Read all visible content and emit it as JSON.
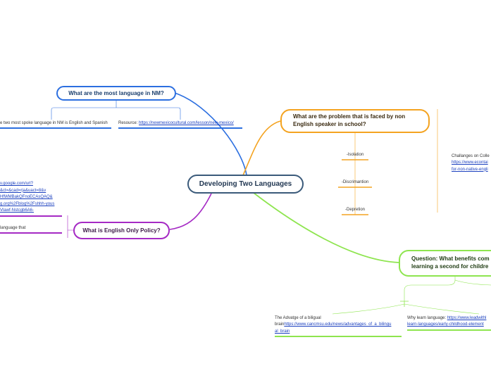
{
  "central": {
    "label": "Developing Two Languages"
  },
  "topics": {
    "nm": {
      "label": "What are the most language in NM?"
    },
    "problem": {
      "label": "What are the problem that is faced by non English speaker in school?"
    },
    "policy": {
      "label": "What is English Only Policy?"
    },
    "benefits": {
      "label": "Question: What benefits com learning a second for childre"
    }
  },
  "nm_children": {
    "spoken": "e two most spoke language in NM is English and Spanish",
    "resource_label": "Resource: ",
    "resource_link": "https://newmexicocultural.com/lesson/new-mexico/"
  },
  "problem_children": {
    "items": [
      "-Isolation",
      "-Discrimantion",
      "-Depretion"
    ],
    "challenges_label": "Challanges on Colle",
    "challenges_link1": "https://www.econtai",
    "challenges_link2": "for-non-native-engli"
  },
  "policy_children": {
    "url_lines": [
      "v.google.com/url?",
      "&ct=&cad=rja&uact=8&v",
      "HfWMBakQFnoECAsQAQ&",
      "g.org%2Fblog%2Fshhh-yous",
      "Vlawf-Nstcgb6A6-"
    ],
    "definition": "language that"
  },
  "benefit_children": {
    "advantage_text": "The Advatge of a biligual",
    "advantage_prefix": "brain",
    "advantage_link1": "https://www.cancmsu.edu/news/advantages_of_a_bilingu",
    "advantage_link2": "al_brain",
    "why_label": "Why learn language: ",
    "why_link1": "https://www.leadwithl",
    "why_link2": "learn-languages/early-childhood-element"
  },
  "colors": {
    "central": "#3a5a7a",
    "nm": "#2c6fe0",
    "problem": "#f4a320",
    "policy": "#a52ac4",
    "benefits": "#8ee54f"
  }
}
